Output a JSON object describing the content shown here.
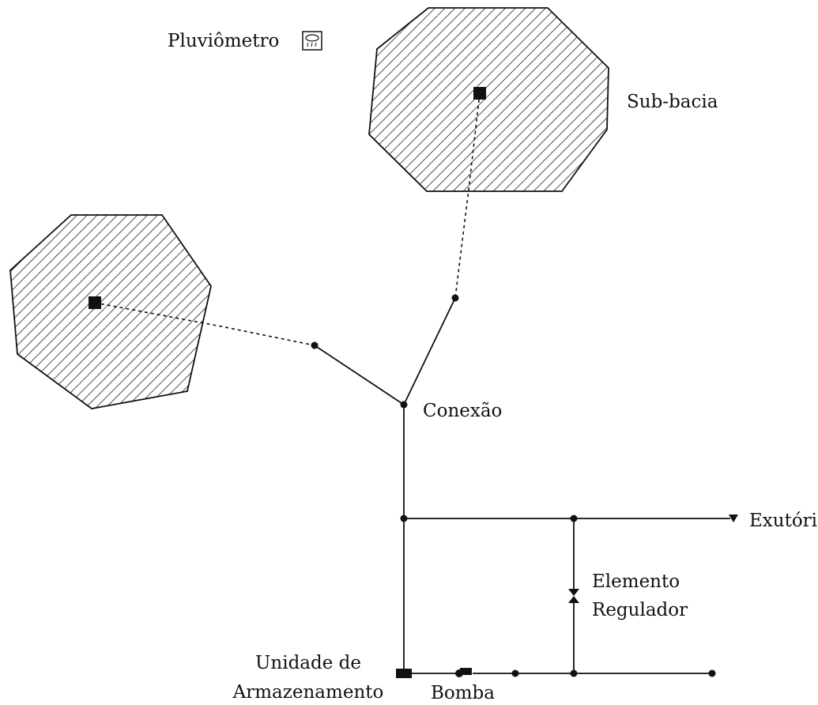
{
  "labels": {
    "rain_gage": "Pluviômetro",
    "subcatchment": "Sub-bacia",
    "junction": "Conexão",
    "outfall": "Exutório",
    "regulator_line1": "Elemento",
    "regulator_line2": "Regulador",
    "storage_line1": "Unidade de",
    "storage_line2": "Armazenamento",
    "pump": "Bomba"
  },
  "icons": {
    "rain_gage": "rain-gage-icon",
    "subcatchment_centroid": "square-marker-icon",
    "node": "dot-node-icon",
    "outfall": "triangle-outfall-icon",
    "regulator": "bowtie-valve-icon",
    "storage": "storage-unit-icon",
    "pump": "pump-icon"
  },
  "colors": {
    "stroke": "#111111",
    "fill": "#ffffff",
    "hatch": "#222222"
  }
}
